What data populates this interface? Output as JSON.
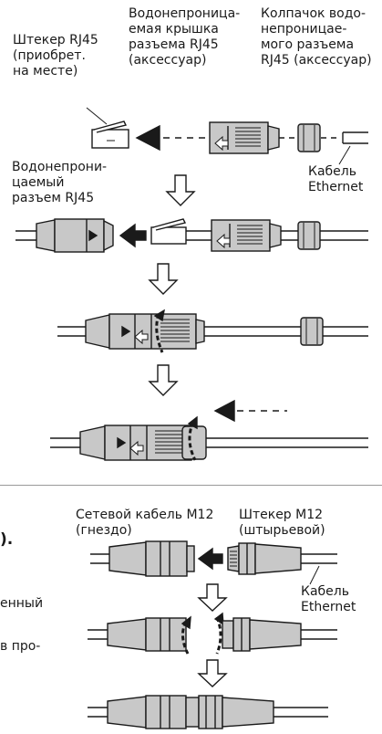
{
  "top_labels": {
    "plug": "Штекер RJ45\n(приобрет.\nна месте)",
    "cover": "Водонепроница-\nемая крышка\nразъема RJ45\n(аксессуар)",
    "cap": "Колпачок водо-\nнепроницае-\nмого разъема\nRJ45 (аксессуар)",
    "cable": "Кабель\nEthernet",
    "waterproof_connector": "Водонепрони-\nцаемый\nразъем RJ45"
  },
  "bottom_labels": {
    "network_cable": "Сетевой кабель M12\n(гнездо)",
    "plug_m12": "Штекер M12\n(штырьевой)",
    "cable": "Кабель\nEthernet"
  },
  "cut_text": {
    "bold": ").",
    "line1": "енный",
    "line2": "в про-"
  },
  "colors": {
    "line": "#1a1a1a",
    "connector_fill": "#c8c8c8",
    "background": "#ffffff",
    "separator": "#9a9a9a"
  }
}
